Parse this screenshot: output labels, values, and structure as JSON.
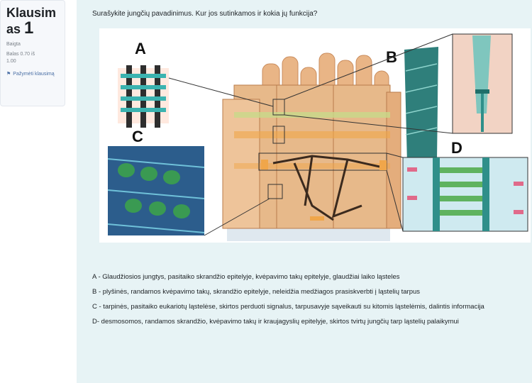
{
  "question_info": {
    "title_word": "Klausim",
    "title_suffix": "as",
    "number": "1",
    "status": "Baigta",
    "grade_line1": "Balas 0.70 iš",
    "grade_line2": "1.00",
    "flag_label": "Pažymėti klausimą"
  },
  "question": {
    "prompt": "Surašykite jungčių pavadinimus. Kur jos sutinkamos ir kokia jų funkcija?",
    "figure_labels": [
      "A",
      "B",
      "C",
      "D"
    ],
    "answers": [
      "A - Glaudžiosios jungtys, pasitaiko skrandžio epitelyje, kvėpavimo takų epitelyje, glaudžiai laiko ląsteles",
      "B - plyšinės, randamos kvėpavimo takų, skrandžio epitelyje, neleidžia medžiagos prasiskverbti į ląstelių tarpus",
      "C - tarpinės, pasitaiko eukariotų ląstelėse, skirtos perduoti signalus, tarpusavyje sąveikauti su kitomis ląstelėmis, dalintis informacija",
      "D- desmosomos, randamos skrandžio, kvėpavimo takų ir kraujagyslių epitelyje, skirtos tvirtų jungčių tarp ląstelių palaikymui"
    ]
  },
  "colors": {
    "content_bg": "#e7f3f5",
    "cell": "#e7b98a",
    "teal": "#2f8f8a",
    "green": "#3f9c4a"
  }
}
